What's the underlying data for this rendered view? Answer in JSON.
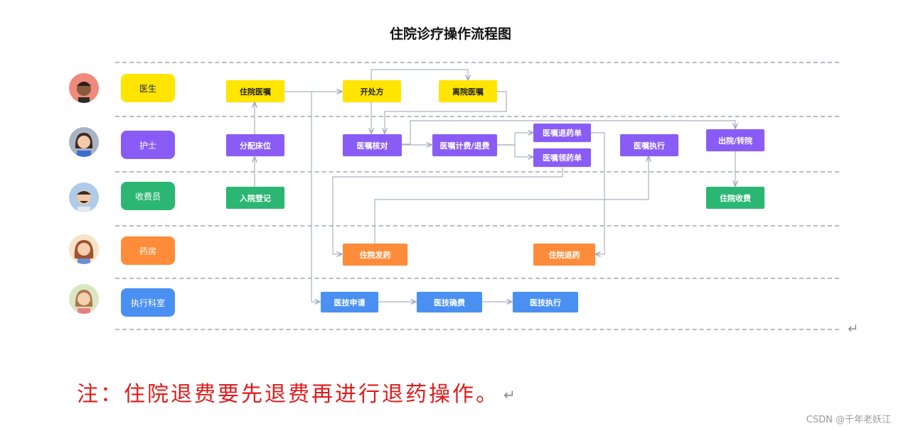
{
  "title": "住院诊疗操作流程图",
  "roles": [
    {
      "label": "医生",
      "color": "#FFE500"
    },
    {
      "label": "护士",
      "color": "#8A5CF6"
    },
    {
      "label": "收费员",
      "color": "#2BB673"
    },
    {
      "label": "药房",
      "color": "#FF8C3A"
    },
    {
      "label": "执行科室",
      "color": "#4A90F2"
    }
  ],
  "nodes": {
    "inpatient_order": "住院医嘱",
    "prescribe": "开处方",
    "discharge_order": "离院医嘱",
    "bed_assign": "分配床位",
    "order_verify": "医嘱核对",
    "order_billing": "医嘱计费/退费",
    "order_return_drug": "医嘱退药单",
    "order_collect_drug": "医嘱领药单",
    "order_execute": "医嘱执行",
    "discharge_transfer": "出院/转院",
    "admission_register": "入院登记",
    "inpatient_charge": "住院收费",
    "inpatient_dispense": "住院发药",
    "inpatient_return": "住院退药",
    "tech_apply": "医技申请",
    "tech_confirm": "医技确费",
    "tech_execute": "医技执行"
  },
  "note": "注：住院退费要先退费再进行退药操作。",
  "return_mark": "↵",
  "watermark": "CSDN @千年老妖江"
}
